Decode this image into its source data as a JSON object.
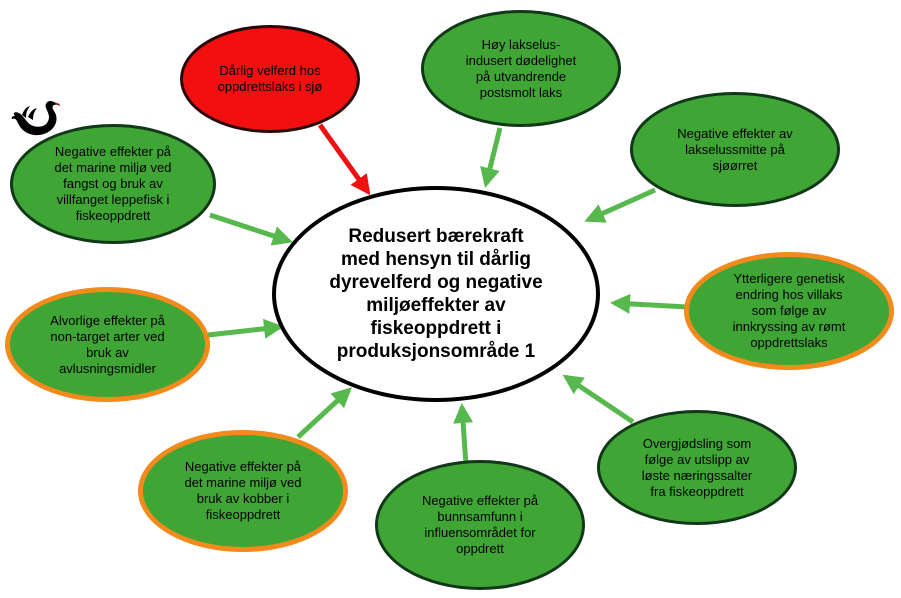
{
  "center_text": "Redusert bærekraft\nmed hensyn til dårlig\ndyrevelferd og negative\nmiljøeffekter av\nfiskeoppdrett i\nproduksjonsområde  1",
  "nodes": [
    {
      "id": "fish-welfare",
      "text": "Dårlig velferd hos\noppdrettslaks i sjø",
      "fill": "#f20f10",
      "border": "#2a0707"
    },
    {
      "id": "salmon-lice-mortality",
      "text": "Høy lakselus-\nindusert dødelighet\npå utvandrende\npostsmolt laks",
      "fill": "#3fa535",
      "border": "#12381a"
    },
    {
      "id": "lice-sea-trout",
      "text": "Negative effekter av\nlakselussmitte på\nsjøørret",
      "fill": "#3fa535",
      "border": "#12381a"
    },
    {
      "id": "genetic-change",
      "text": "Ytterligere genetisk\nendring hos villaks\nsom følge av\ninnkryssing av rømt\noppdrettslaks",
      "fill": "#3fa535",
      "border": "#f28a1c"
    },
    {
      "id": "eutrophication",
      "text": "Overgjødsling som\nfølge av utslipp av\nløste næringssalter\nfra fiskeoppdrett",
      "fill": "#3fa535",
      "border": "#12381a"
    },
    {
      "id": "benthic-effects",
      "text": "Negative effekter på\nbunnsamfunn i\ninfluensområdet for\noppdrett",
      "fill": "#3fa535",
      "border": "#12381a"
    },
    {
      "id": "copper-effects",
      "text": "Negative effekter på\ndet marine miljø ved\nbruk av kobber i\nfiskeoppdrett",
      "fill": "#3fa535",
      "border": "#f28a1c"
    },
    {
      "id": "delousing-agents",
      "text": "Alvorlige effekter på\nnon-target arter ved\nbruk av\navlusningsmidler",
      "fill": "#3fa535",
      "border": "#f28a1c"
    },
    {
      "id": "cleaner-fish",
      "text": "Negative effekter på\ndet marine miljø ved\nfangst og bruk av\nvillfanget leppefisk i\nfiskeoppdrett",
      "fill": "#3fa535",
      "border": "#12381a"
    }
  ],
  "colors": {
    "green_fill": "#3fa535",
    "dark_border": "#12381a",
    "orange_border": "#f28a1c",
    "red_fill": "#f20f10",
    "green_arrow": "#57b84d",
    "red_arrow": "#ee1111",
    "swan": "#000000"
  },
  "icons": {
    "swan": "black-swan-icon"
  }
}
